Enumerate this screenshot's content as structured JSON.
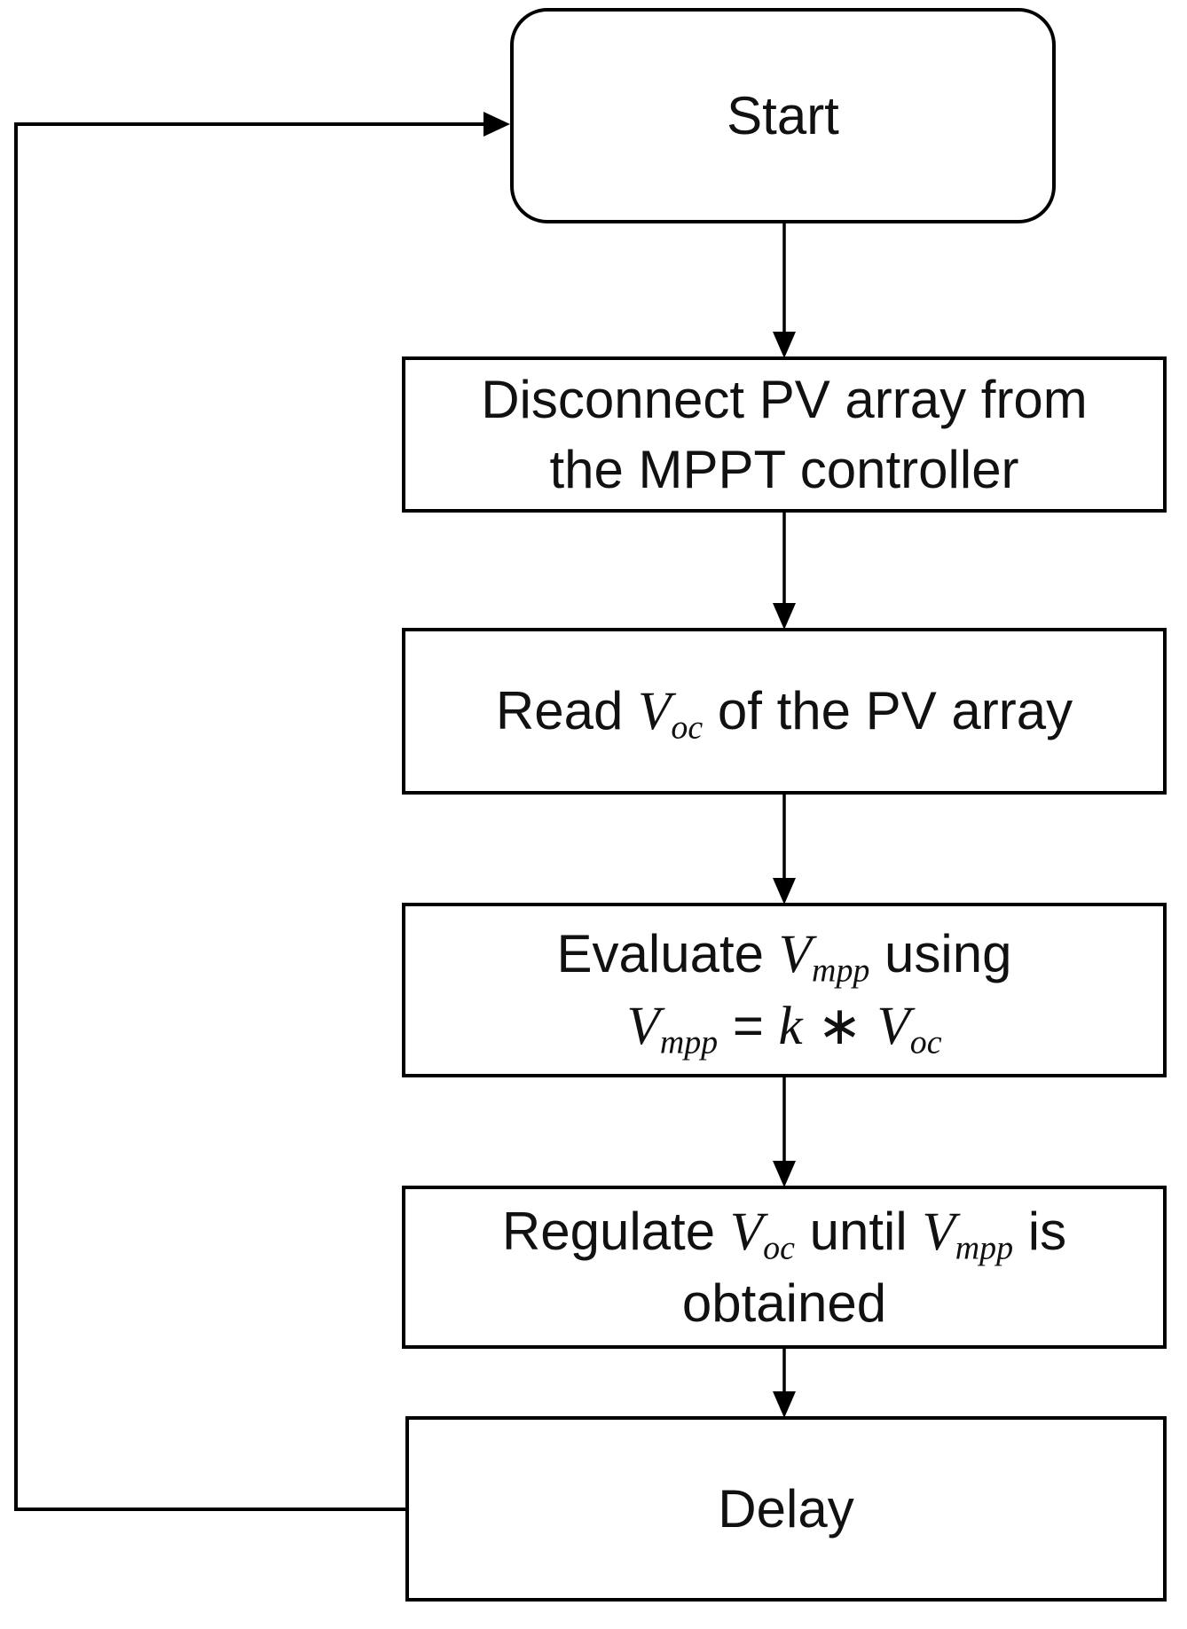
{
  "diagram": {
    "type": "flowchart",
    "description": "Open-circuit voltage (fractional Voc) MPPT algorithm flowchart",
    "colors": {
      "background": "#ffffff",
      "stroke": "#000000",
      "text": "#111111"
    },
    "nodes": [
      {
        "id": "start",
        "shape": "rounded-rectangle",
        "lines": [
          [
            {
              "text": "Start"
            }
          ]
        ]
      },
      {
        "id": "disconnect",
        "shape": "rectangle",
        "lines": [
          [
            {
              "text": "Disconnect PV array from"
            }
          ],
          [
            {
              "text": "the MPPT controller"
            }
          ]
        ]
      },
      {
        "id": "read-voc",
        "shape": "rectangle",
        "lines": [
          [
            {
              "text": "Read "
            },
            {
              "math": "V",
              "sub": "oc"
            },
            {
              "text": " of the PV array"
            }
          ]
        ]
      },
      {
        "id": "evaluate-vmpp",
        "shape": "rectangle",
        "lines": [
          [
            {
              "text": "Evaluate "
            },
            {
              "math": "V",
              "sub": "mpp"
            },
            {
              "text": " using"
            }
          ],
          [
            {
              "math": "V",
              "sub": "mpp"
            },
            {
              "text": " = "
            },
            {
              "math": "k"
            },
            {
              "text": " ∗ "
            },
            {
              "math": "V",
              "sub": "oc"
            }
          ]
        ]
      },
      {
        "id": "regulate-voc",
        "shape": "rectangle",
        "lines": [
          [
            {
              "text": "Regulate "
            },
            {
              "math": "V",
              "sub": "oc"
            },
            {
              "text": " until "
            },
            {
              "math": "V",
              "sub": "mpp"
            },
            {
              "text": " is"
            }
          ],
          [
            {
              "text": "obtained"
            }
          ]
        ]
      },
      {
        "id": "delay",
        "shape": "rectangle",
        "lines": [
          [
            {
              "text": "Delay"
            }
          ]
        ]
      }
    ],
    "edges": [
      {
        "from": "start",
        "to": "disconnect",
        "style": "straight-down"
      },
      {
        "from": "disconnect",
        "to": "read-voc",
        "style": "straight-down"
      },
      {
        "from": "read-voc",
        "to": "evaluate-vmpp",
        "style": "straight-down"
      },
      {
        "from": "evaluate-vmpp",
        "to": "regulate-voc",
        "style": "straight-down"
      },
      {
        "from": "regulate-voc",
        "to": "delay",
        "style": "straight-down"
      },
      {
        "from": "delay",
        "to": "start",
        "style": "loop-left"
      }
    ]
  }
}
